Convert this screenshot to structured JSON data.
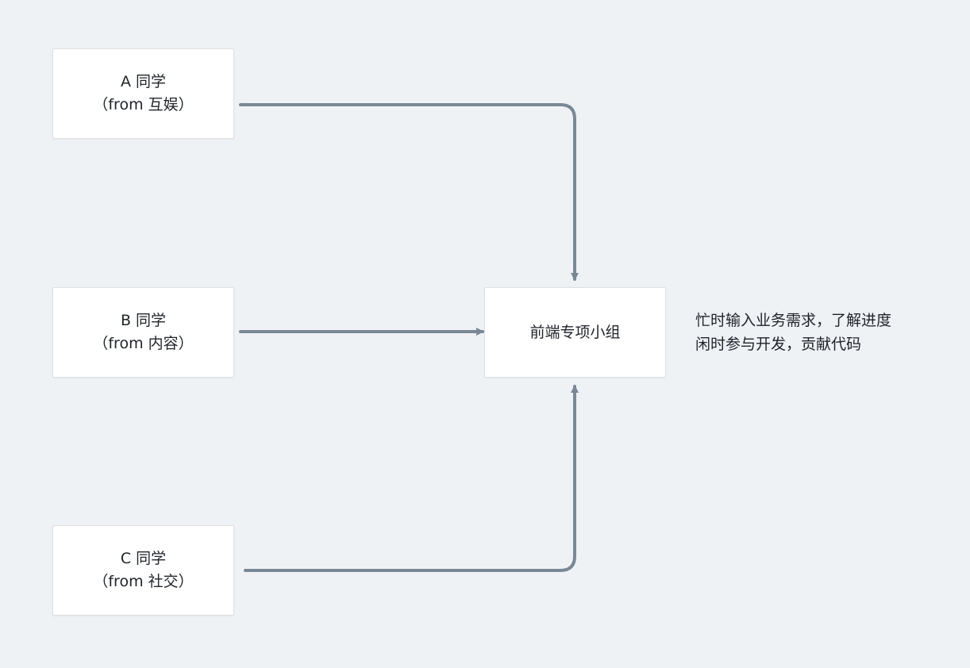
{
  "nodes": {
    "a": {
      "name": "A 同学",
      "origin": "（from 互娱）"
    },
    "b": {
      "name": "B 同学",
      "origin": "（from 内容）"
    },
    "c": {
      "name": "C 同学",
      "origin": "（from 社交）"
    },
    "hub": {
      "label": "前端专项小组"
    }
  },
  "note": {
    "line1": "忙时输入业务需求，了解进度",
    "line2": "闲时参与开发，贡献代码"
  },
  "colors": {
    "background": "#eff2f5",
    "node_fill": "#ffffff",
    "connector": "#7a8896",
    "text": "#1f2329"
  }
}
